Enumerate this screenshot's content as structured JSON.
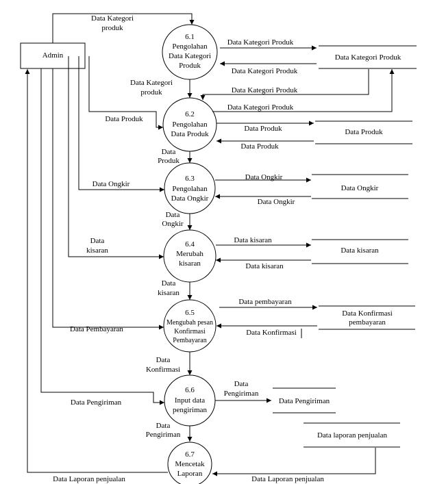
{
  "entity": {
    "name": "Admin"
  },
  "processes": [
    {
      "number": "6.1",
      "lines": [
        "Pengolahan",
        "Data Kategori",
        "Produk"
      ]
    },
    {
      "number": "6.2",
      "lines": [
        "Pengolahan",
        "Data Produk"
      ]
    },
    {
      "number": "6.3",
      "lines": [
        "Pengolahan",
        "Data Ongkir"
      ]
    },
    {
      "number": "6.4",
      "lines": [
        "Merubah",
        "kisaran"
      ]
    },
    {
      "number": "6.5",
      "lines": [
        "Mengubah pesan",
        "Konfirmasi",
        "Pembayaran"
      ]
    },
    {
      "number": "6.6",
      "lines": [
        "Input data",
        "pengiriman"
      ]
    },
    {
      "number": "6.7",
      "lines": [
        "Mencetak",
        "Laporan"
      ]
    }
  ],
  "stores": [
    {
      "lines": [
        "Data Kategori Produk"
      ]
    },
    {
      "lines": [
        "Data Produk"
      ]
    },
    {
      "lines": [
        "Data Ongkir"
      ]
    },
    {
      "lines": [
        "Data kisaran"
      ]
    },
    {
      "lines": [
        "Data Konfirmasi",
        "pembayaran"
      ]
    },
    {
      "lines": [
        "Data Pengiriman"
      ]
    },
    {
      "lines": [
        "Data laporan penjualan"
      ]
    }
  ],
  "flows": {
    "admin_to_p61": [
      "Data Kategori",
      "produk"
    ],
    "p61_to_store": "Data Kategori Produk",
    "store_to_p61": "Data Kategori Produk",
    "p61_to_p62": [
      "Data Kategori",
      "produk"
    ],
    "p62_to_store_kategori": "Data Kategori Produk",
    "store_kategori_to_p62": "Data Kategori Produk",
    "admin_to_p62": "Data Produk",
    "p62_to_store": "Data Produk",
    "store_to_p62": "Data Produk",
    "p62_to_p63": [
      "Data",
      "Produk"
    ],
    "admin_to_p63": "Data Ongkir",
    "p63_to_store": "Data Ongkir",
    "store_to_p63": "Data Ongkir",
    "p63_to_p64": [
      "Data",
      "Ongkir"
    ],
    "admin_to_p64": [
      "Data",
      "kisaran"
    ],
    "p64_to_store": "Data kisaran",
    "store_to_p64": "Data kisaran",
    "p64_to_p65": [
      "Data",
      "kisaran"
    ],
    "admin_to_p65": "Data Pembayaran",
    "p65_to_store": "Data pembayaran",
    "store_to_p65": "Data Konfirmasi",
    "p65_to_p66": [
      "Data",
      "Konfirmasi"
    ],
    "admin_to_p66": "Data Pengiriman",
    "p66_to_store": [
      "Data",
      "Pengiriman"
    ],
    "p66_to_p67": [
      "Data",
      "Pengiriman"
    ],
    "store_to_p67": "Data Laporan penjualan",
    "p67_to_admin": "Data Laporan penjualan"
  }
}
